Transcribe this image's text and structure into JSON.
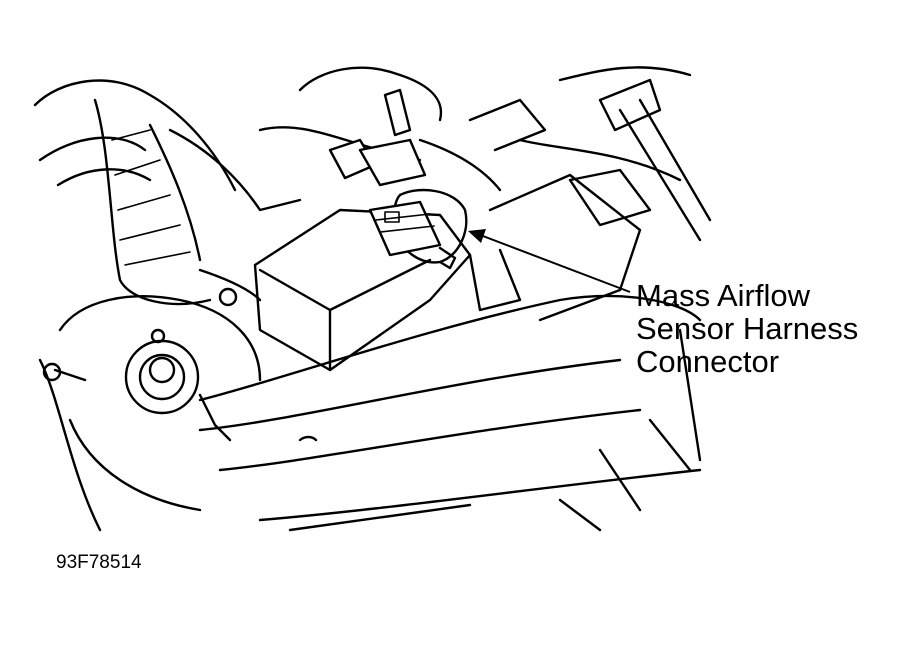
{
  "callout": {
    "line1": "Mass Airflow",
    "line2": "Sensor Harness",
    "line3": "Connector"
  },
  "figure_id": "93F78514"
}
